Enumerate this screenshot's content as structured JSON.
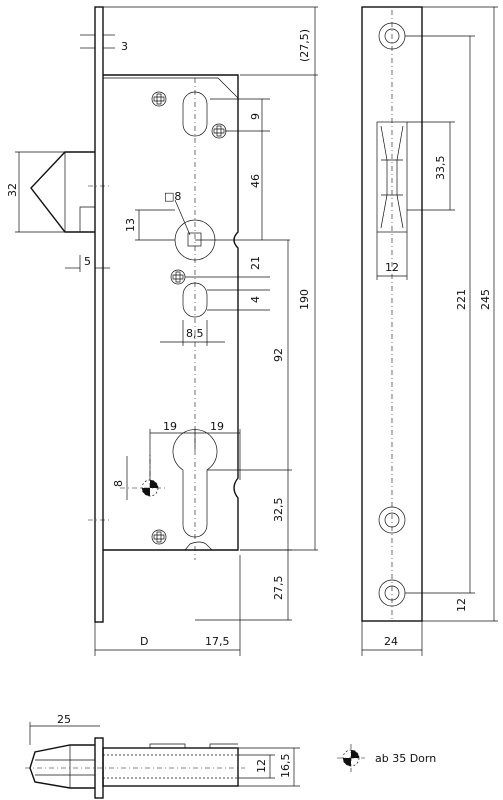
{
  "dimensions": {
    "d3": "3",
    "d27_5_top": "(27,5)",
    "d9": "9",
    "d46": "46",
    "d32": "32",
    "d13": "13",
    "square8": "□8",
    "d21": "21",
    "d4": "4",
    "d5": "5",
    "d8_5": "8,5",
    "d190": "190",
    "d92": "92",
    "d19_left": "19",
    "d19_right": "19",
    "d8_dorn": "8",
    "d32_5": "32,5",
    "d27_5_bottom": "27,5",
    "dD": "D",
    "d17_5": "17,5",
    "d33_5": "33,5",
    "d12_side": "12",
    "d221": "221",
    "d245": "245",
    "d12_bottom": "12",
    "d24": "24",
    "d25": "25",
    "d12_latch": "12",
    "d16_5": "16,5"
  },
  "legend": {
    "note": "ab 35 Dorn"
  }
}
